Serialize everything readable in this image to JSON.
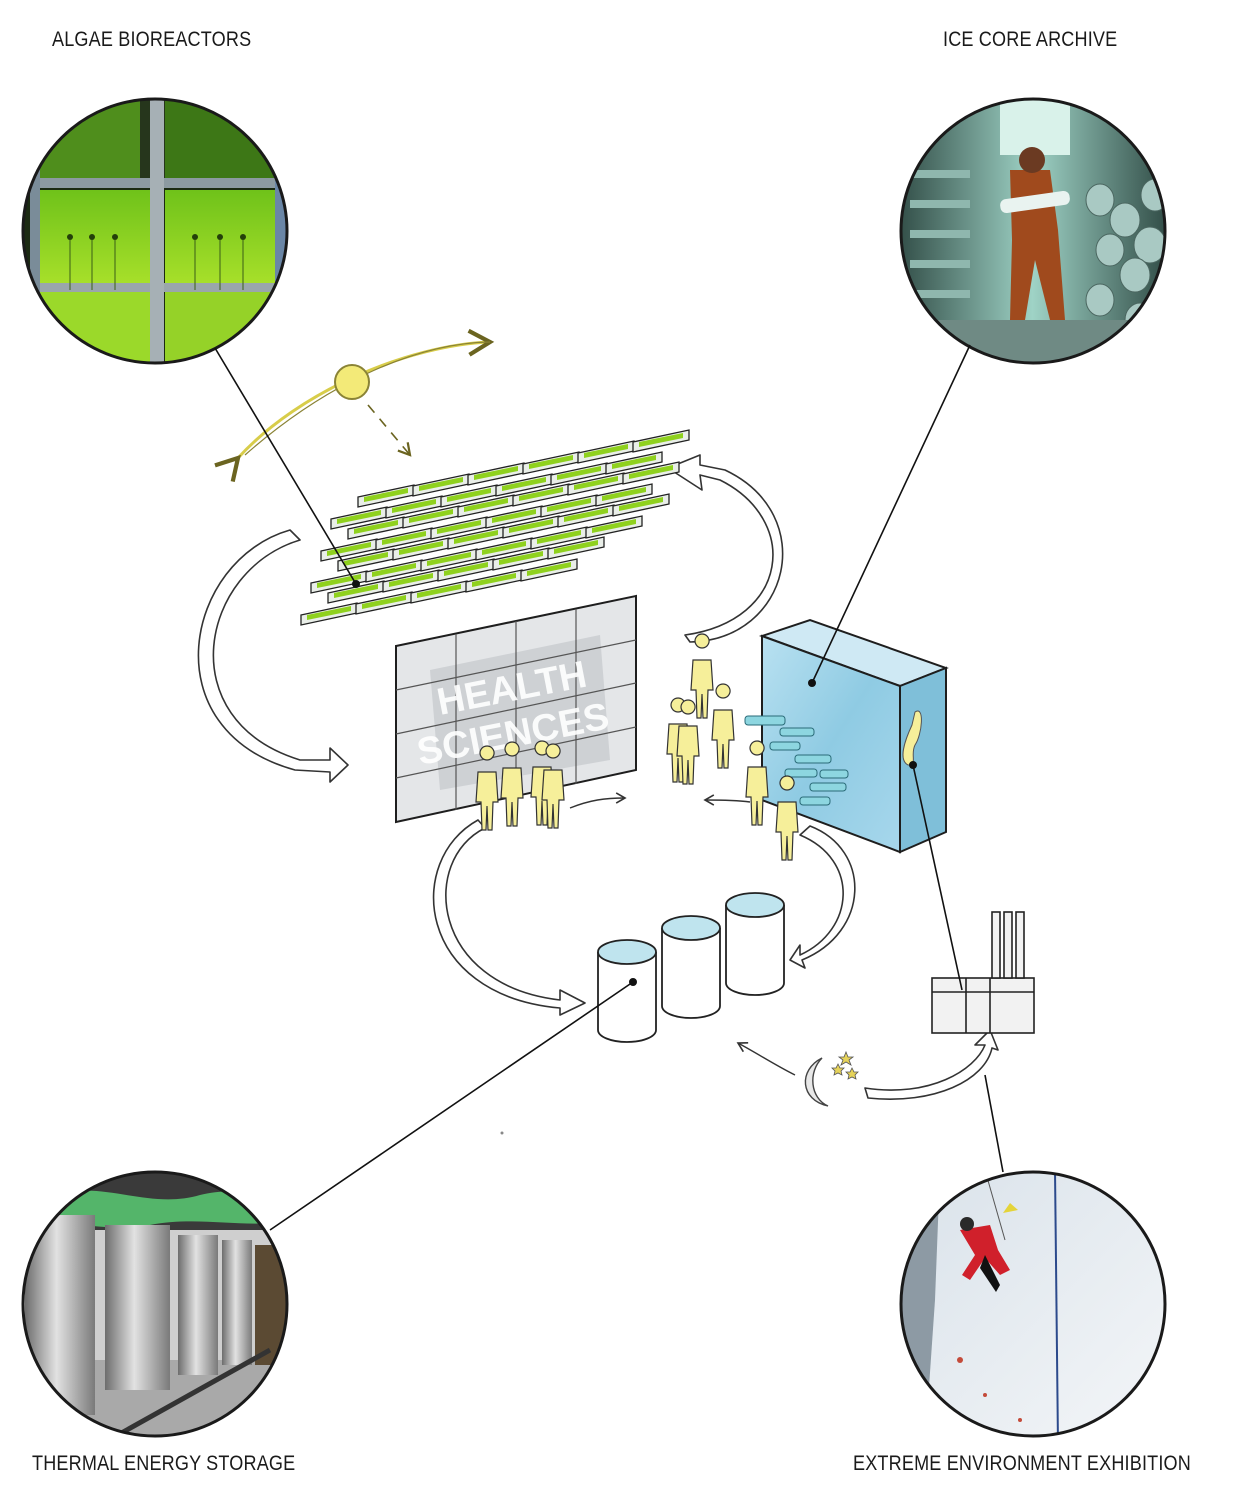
{
  "labels": {
    "algae": "ALGAE BIOREACTORS",
    "ice_core": "ICE CORE ARCHIVE",
    "thermal": "THERMAL ENERGY STORAGE",
    "extreme": "EXTREME ENVIRONMENT EXHIBITION"
  },
  "wall": {
    "line1": "HEALTH",
    "line2": "SCIENCES"
  },
  "colors": {
    "algae_green": "#8fd11e",
    "sun_yellow": "#f3ea78",
    "ice_blue": "#a9d7ea",
    "person_yellow": "#f6ef9a",
    "tank_water": "#bfe4ee"
  }
}
